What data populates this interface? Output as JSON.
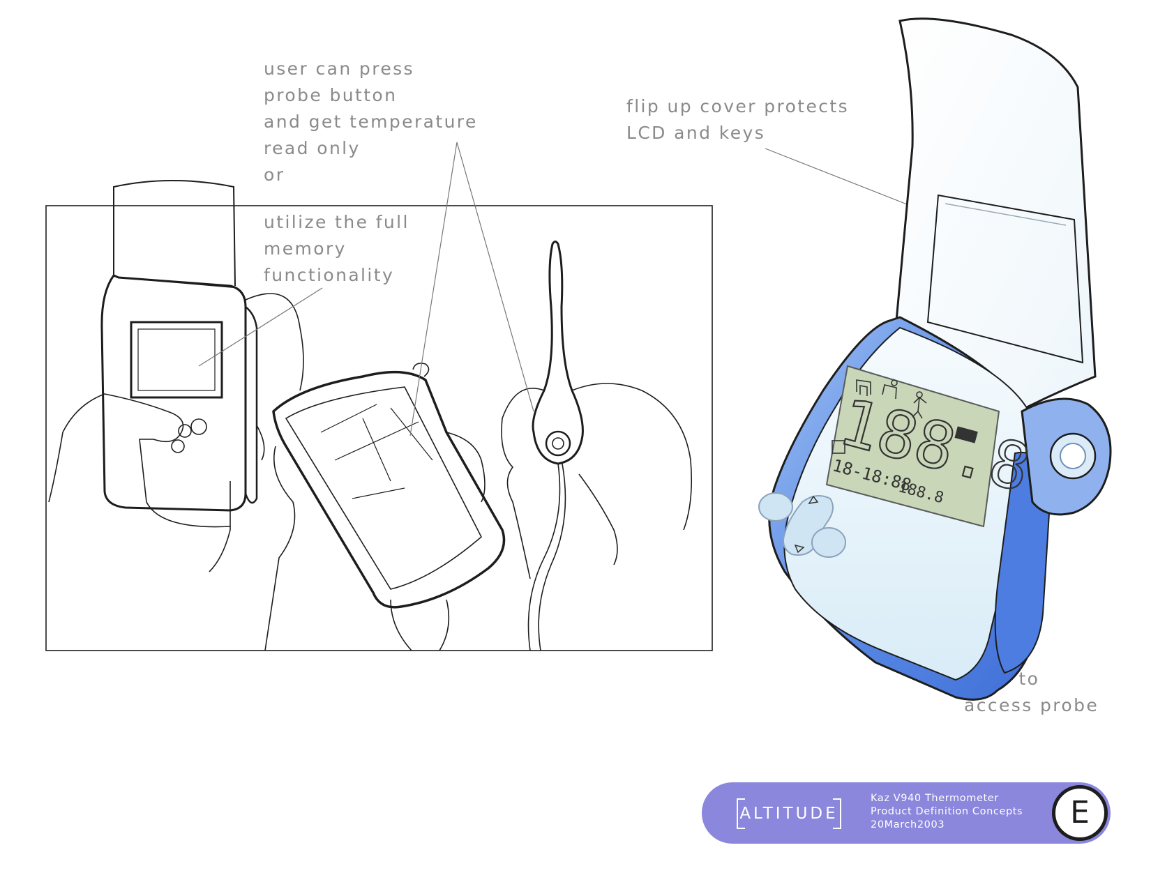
{
  "annotations": {
    "probe_button": [
      "user can press",
      "probe button",
      "and get temperature",
      "read only",
      "or"
    ],
    "memory": [
      "utilize the full",
      "memory",
      "functionality"
    ],
    "cover": [
      "flip up cover protects",
      "LCD and keys"
    ],
    "probe_access": [
      "easy to",
      "access probe"
    ]
  },
  "lcd": {
    "main_reading": "188.8",
    "date_time": "18-18:88",
    "secondary_reading": "188.8"
  },
  "title_block": {
    "brand": "ALTITUDE",
    "project_lines": [
      "Kaz V940 Thermometer",
      "Product Definition Concepts",
      "20March2003"
    ],
    "version": "E"
  },
  "colors": {
    "annotation_text": "#8a8a8a",
    "device_blue": "#5b8be6",
    "device_light": "#e8f4fb",
    "lcd_green": "#c9d6b8",
    "title_block": "#8a87dc",
    "ink": "#1d1d1d"
  }
}
